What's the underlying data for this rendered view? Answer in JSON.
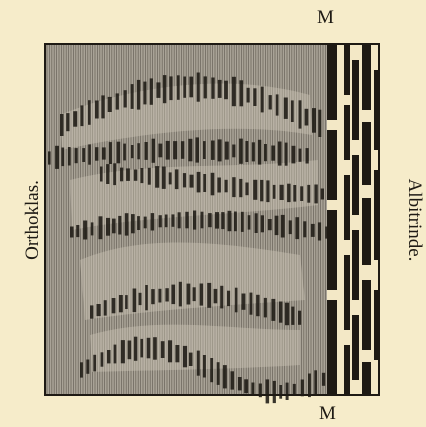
{
  "figure": {
    "labels": {
      "top": "M",
      "bottom": "M",
      "left": "Orthoklas.",
      "right": "Albitrinde."
    },
    "regions": [
      {
        "name": "orthoklas",
        "fill": "#a9a397"
      },
      {
        "name": "albitrinde",
        "fill": "#f3e8c6"
      }
    ],
    "colors": {
      "background": "#f6ecca",
      "ink": "#1e1a14",
      "hatch": "#3a342b"
    }
  }
}
